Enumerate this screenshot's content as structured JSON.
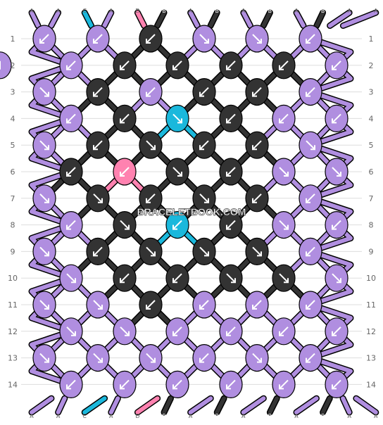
{
  "colors": {
    "A": "#b08ee0",
    "B": "#333333",
    "C": "#1ab8dc",
    "D": "#ff82b0",
    "outline": "#000000",
    "gridline": "#dddddd",
    "label_text": "#666666",
    "arrow": "#ffffff"
  },
  "watermark": "BRACELETBOOK.COM",
  "top_string_labels": [
    "A",
    "A",
    "C",
    "A",
    "D",
    "B",
    "A",
    "B",
    "A",
    "B",
    "A",
    "B",
    "A",
    "A"
  ],
  "bottom_string_labels": [
    "A",
    "A",
    "C",
    "A",
    "D",
    "B",
    "A",
    "B",
    "A",
    "B",
    "A",
    "B",
    "A",
    "A"
  ],
  "row_labels": [
    "1",
    "2",
    "3",
    "4",
    "5",
    "6",
    "7",
    "8",
    "9",
    "10",
    "11",
    "12",
    "13",
    "14"
  ],
  "knot_rows": [
    [
      "A:sw",
      "A:sw",
      "B:sw",
      "A:se",
      "A:se",
      "A:sw"
    ],
    [
      "A:sw",
      "B:sw",
      "B:sw",
      "B:sw",
      "B:sw",
      "A:sw",
      "A:sw"
    ],
    [
      "A:se",
      "B:sw",
      "A:sw",
      "B:sw",
      "B:sw",
      "A:sw"
    ],
    [
      "A:sw",
      "B:sw",
      "C:se",
      "B:sw",
      "A:sw",
      "A:sw"
    ],
    [
      "A:se",
      "B:sw",
      "B:se",
      "B:sw",
      "B:sw",
      "A:se"
    ],
    [
      "B:sw",
      "D:sw",
      "B:se",
      "B:sw",
      "A:se",
      "A:se"
    ],
    [
      "A:se",
      "B:se",
      "B:sw",
      "B:se",
      "B:sw",
      "A:sw"
    ],
    [
      "A:sw",
      "B:se",
      "C:sw",
      "B:sw",
      "A:se",
      "A:sw"
    ],
    [
      "A:se",
      "B:sw",
      "B:se",
      "B:se",
      "B:se",
      "A:sw"
    ],
    [
      "A:se",
      "B:sw",
      "B:sw",
      "B:se",
      "B:se",
      "A:se"
    ],
    [
      "A:se",
      "A:se",
      "B:sw",
      "A:sw",
      "A:sw",
      "A:sw"
    ],
    [
      "A:se",
      "A:se",
      "A:sw",
      "A:sw",
      "A:sw",
      "A:sw"
    ],
    [
      "A:se",
      "A:se",
      "A:se",
      "A:sw",
      "A:se",
      "A:sw"
    ],
    [
      "A:sw",
      "A:sw",
      "A:sw",
      "A:sw",
      "A:sw",
      "A:sw"
    ]
  ]
}
